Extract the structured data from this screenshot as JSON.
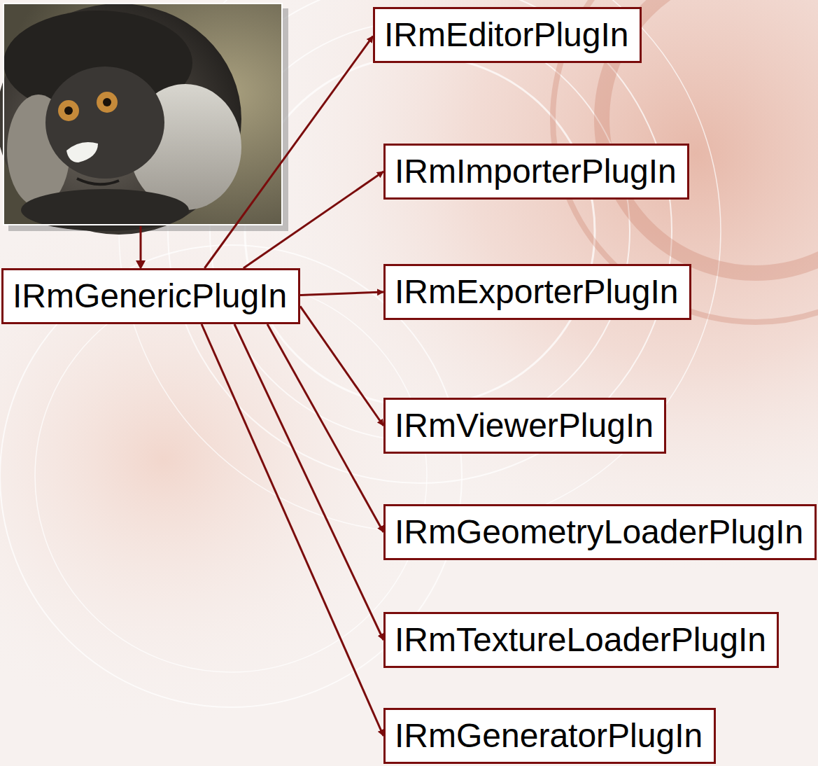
{
  "diagram": {
    "nodes": [
      {
        "text": [
          "IRmGenericPlugIn"
        ]
      },
      {
        "text": [
          "IRmEditorPlugIn"
        ]
      },
      {
        "text": [
          "IRmImporterPlugIn"
        ]
      },
      {
        "text": [
          "IRmExporterPlugIn"
        ]
      },
      {
        "text": [
          "IRmViewerPlugIn"
        ]
      },
      {
        "text": [
          "IRmGeometryLoaderPlugIn"
        ]
      },
      {
        "text": [
          "IRmTextureLoaderPlugIn"
        ]
      },
      {
        "text": [
          "IRmGeneratorPlugIn"
        ]
      }
    ],
    "edges": [
      {
        "from": 0,
        "to": 1,
        "arrow": "to"
      },
      {
        "from": 0,
        "to": 2,
        "arrow": "to"
      },
      {
        "from": 0,
        "to": 3,
        "arrow": "to"
      },
      {
        "from": 0,
        "to": 4,
        "arrow": "to"
      },
      {
        "from": 0,
        "to": 5,
        "arrow": "to"
      },
      {
        "from": 0,
        "to": 6,
        "arrow": "to"
      },
      {
        "from": 0,
        "to": 7,
        "arrow": "to"
      }
    ]
  }
}
